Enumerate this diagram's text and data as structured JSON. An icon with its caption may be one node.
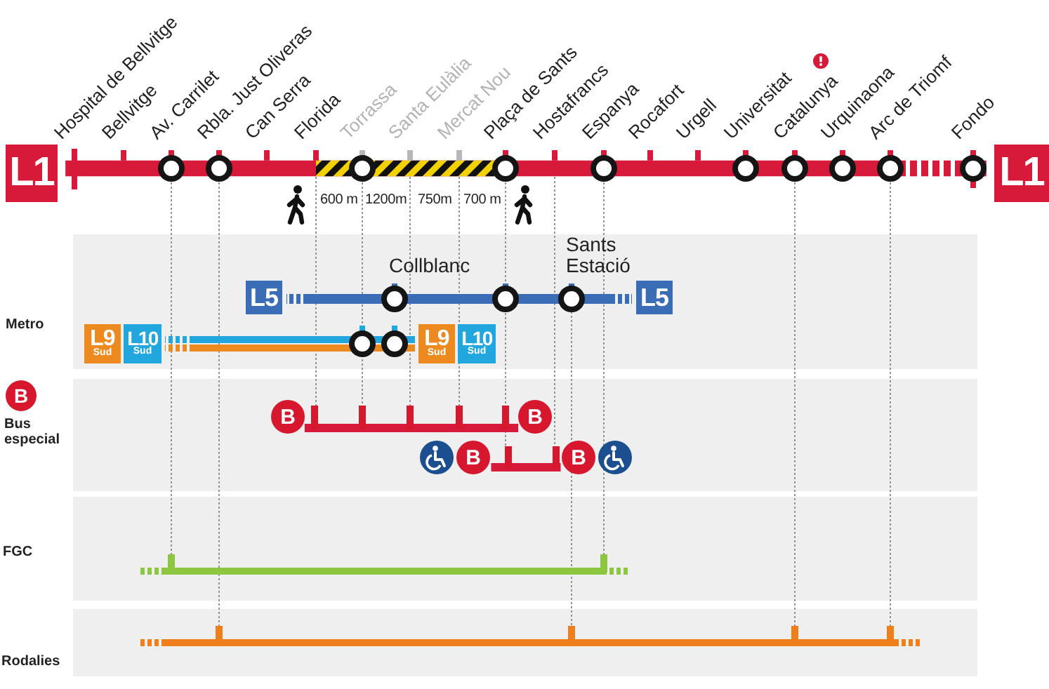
{
  "diagram": {
    "nodes": [
      {
        "text": [
          "L1"
        ]
      },
      {
        "text": [
          "L1"
        ]
      },
      {
        "text": [
          "L5"
        ]
      },
      {
        "text": [
          "L5"
        ]
      },
      {
        "text": [
          "L9",
          "Sud"
        ]
      },
      {
        "text": [
          "L10",
          "Sud"
        ]
      },
      {
        "text": [
          "L9",
          "Sud"
        ]
      },
      {
        "text": [
          "L10",
          "Sud"
        ]
      },
      {
        "text": [
          "B"
        ],
        "beside": [
          "Bus especial"
        ]
      },
      {
        "text": [
          "B"
        ]
      },
      {
        "text": [
          "B"
        ]
      },
      {
        "text": [
          "B"
        ]
      },
      {
        "text": [
          "B"
        ]
      }
    ],
    "edges": [
      {
        "from": 0,
        "to": 1,
        "arrow": "none",
        "style": "thick"
      },
      {
        "from": 2,
        "to": 3,
        "arrow": "none",
        "color": "#3a6db5"
      },
      {
        "from": 5,
        "to": 6,
        "arrow": "none",
        "color": "#22a6de"
      },
      {
        "from": 9,
        "to": 10,
        "arrow": "none"
      },
      {
        "from": 11,
        "to": 12,
        "arrow": "none"
      }
    ],
    "labels": [
      "Hospital de Bellvitge",
      "Bellvitge",
      "Av. Carrilet",
      "Rbla. Just Oliveras",
      "Can Serra",
      "Florida",
      "Torrassa",
      "Santa Eulàlia",
      "Mercat Nou",
      "Plaça de Sants",
      "Hostafrancs",
      "Espanya",
      "Rocafort",
      "Urgell",
      "Universitat",
      "Catalunya",
      "Urquinaona",
      "Arc de Triomf",
      "Fondo",
      "600 m",
      "1200m",
      "750m",
      "700 m",
      "Collblanc",
      "Sants Estació",
      "Metro",
      "FGC",
      "Rodalies"
    ]
  }
}
